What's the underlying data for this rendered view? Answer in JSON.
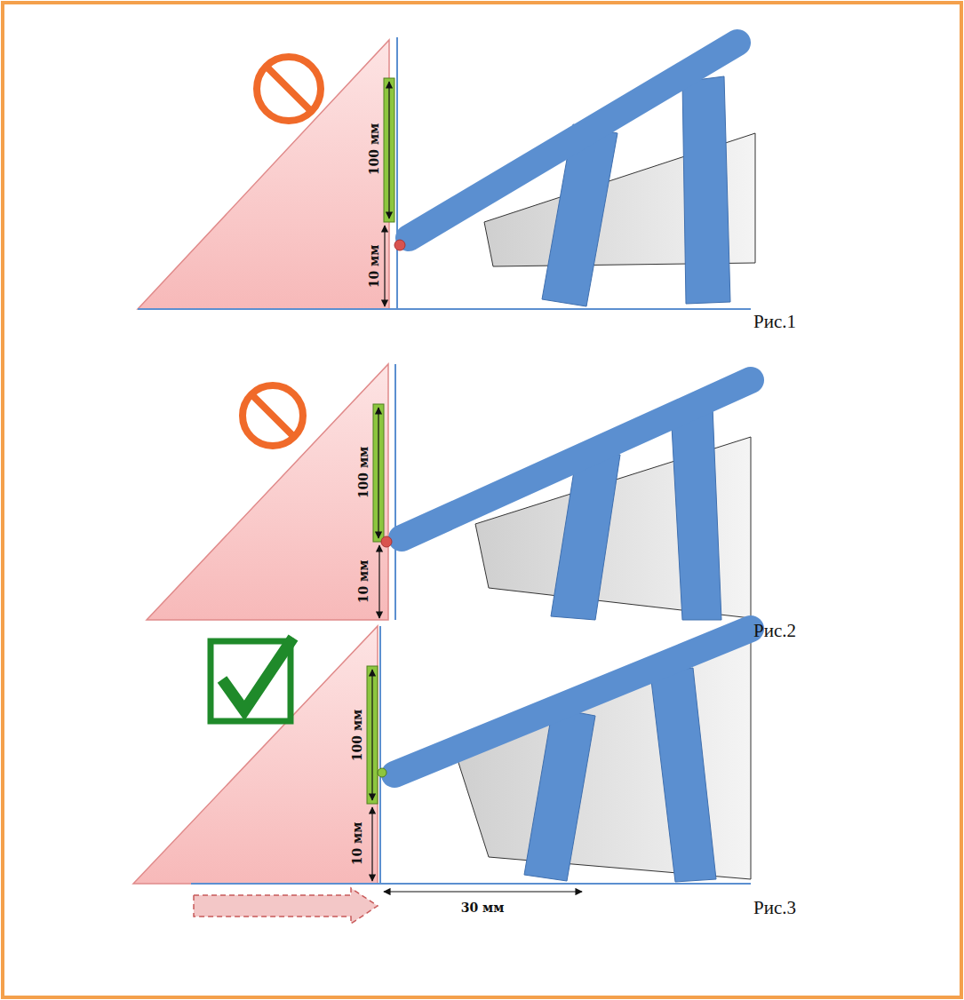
{
  "diagram": {
    "labels": [
      "100 мм",
      "10 мм",
      "Рис.1",
      "100 мм",
      "10 мм",
      "Рис.2",
      "100 мм",
      "10 мм",
      "30 мм",
      "Рис.3"
    ]
  }
}
